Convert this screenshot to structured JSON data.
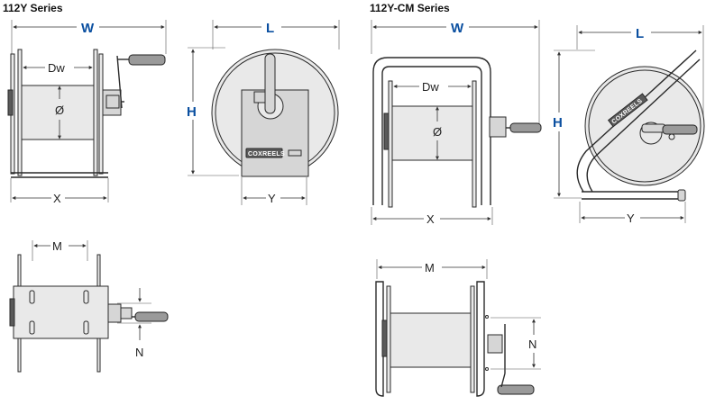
{
  "series": {
    "left_title": "112Y Series",
    "right_title": "112Y-CM Series"
  },
  "dimensions": {
    "width": "W",
    "length": "L",
    "height": "H",
    "drum_width": "Dw",
    "diameter": "Ø",
    "x": "X",
    "y": "Y",
    "mount_m": "M",
    "mount_n": "N"
  },
  "brand": {
    "name": "COXREELS"
  },
  "colors": {
    "accent": "#0a4fa0",
    "line": "#2a2a2a",
    "light_fill": "#e9e9e9",
    "mid_fill": "#d6d6d6"
  }
}
